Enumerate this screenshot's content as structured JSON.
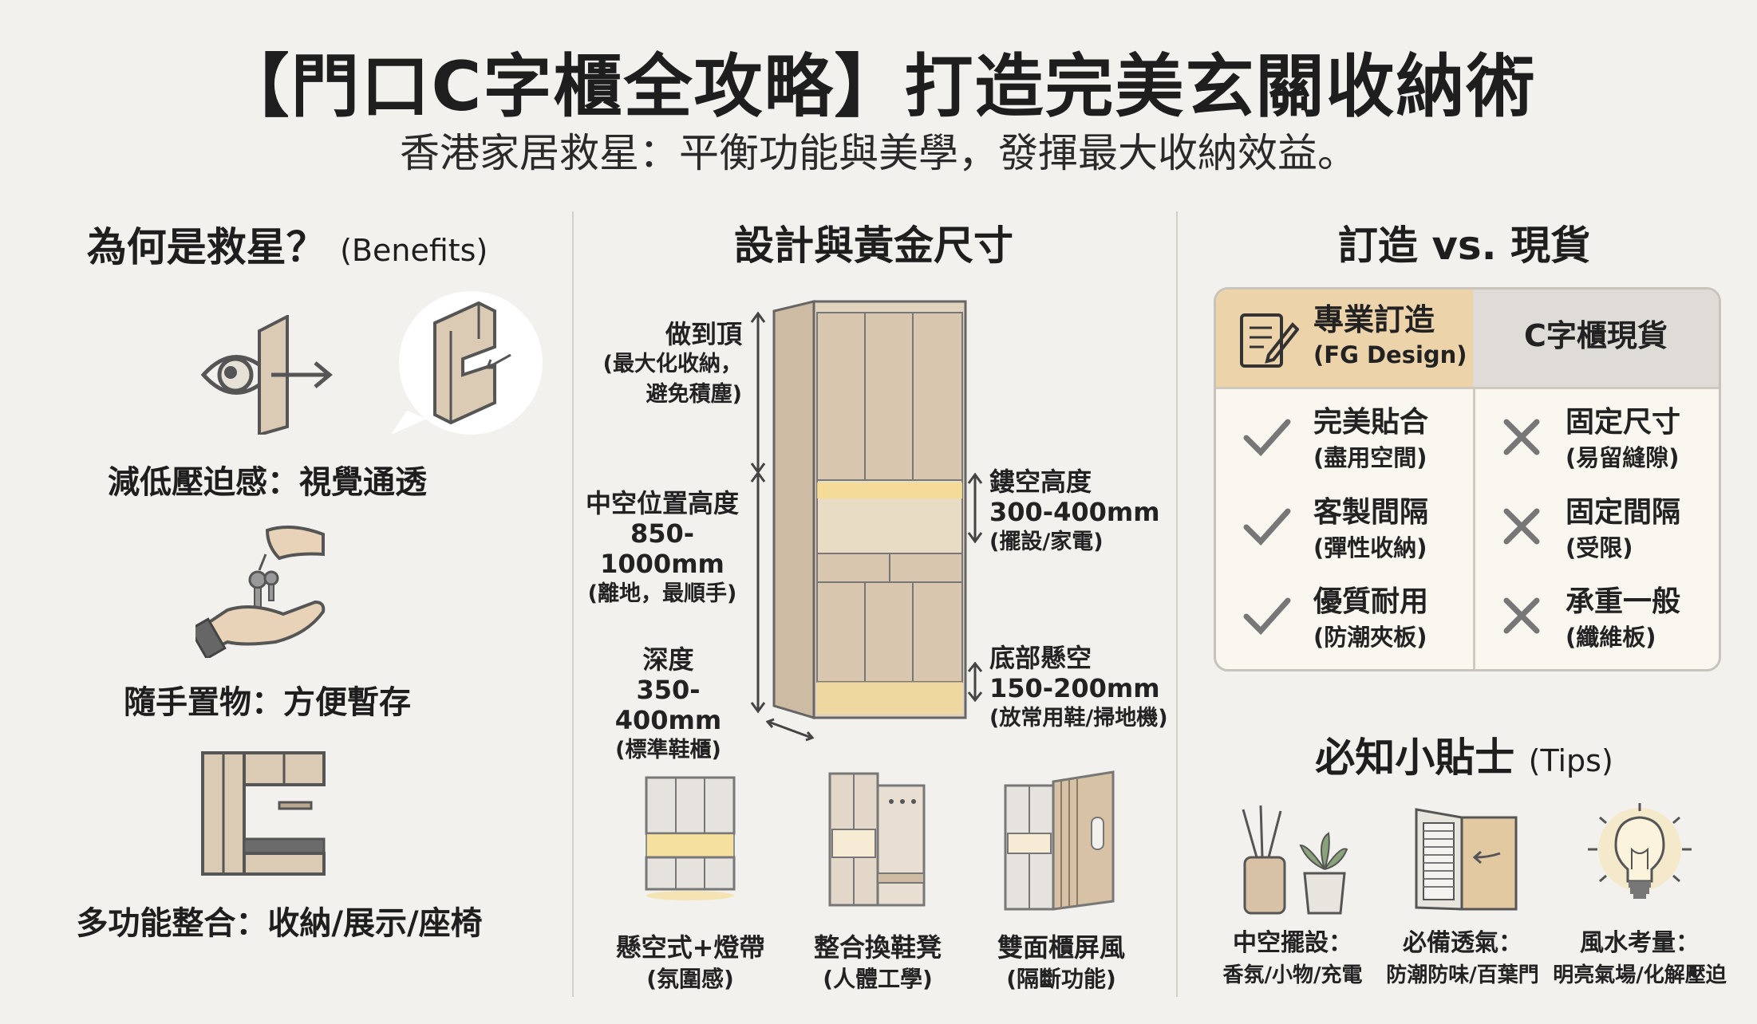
{
  "header": {
    "title": "【門口C字櫃全攻略】打造完美玄關收納術",
    "subtitle": "香港家居救星：平衡功能與美學，發揮最大收納效益。"
  },
  "benefits": {
    "title": "為何是救星？",
    "title_en": "(Benefits)",
    "items": [
      {
        "label": "減低壓迫感：視覺通透",
        "icon": "eye-see-through-icon"
      },
      {
        "label": "隨手置物：方便暫存",
        "icon": "hand-keys-icon"
      },
      {
        "label": "多功能整合：收納/展示/座椅",
        "icon": "multi-function-cabinet-icon"
      }
    ]
  },
  "design": {
    "title": "設計與黃金尺寸",
    "dims": {
      "top_label": "做到頂",
      "top_sub1": "(最大化收納，",
      "top_sub2": "避免積塵)",
      "mid_label": "中空位置高度",
      "mid_value": "850-1000mm",
      "mid_sub": "(離地，最順手)",
      "depth_label": "深度",
      "depth_value": "350-400mm",
      "depth_sub": "(標準鞋櫃)",
      "open_label": "鏤空高度",
      "open_value": "300-400mm",
      "open_sub": "(擺設/家電)",
      "bottom_label": "底部懸空",
      "bottom_value": "150-200mm",
      "bottom_sub": "(放常用鞋/掃地機)"
    },
    "styles": [
      {
        "label": "懸空式+燈帶",
        "sub": "(氛圍感)"
      },
      {
        "label": "整合換鞋凳",
        "sub": "(人體工學)"
      },
      {
        "label": "雙面櫃屏風",
        "sub": "(隔斷功能)"
      }
    ]
  },
  "compare": {
    "title": "訂造 vs. 現貨",
    "custom_title": "專業訂造",
    "custom_sub": "(FG Design)",
    "stock_title": "C字櫃現貨",
    "rows": [
      {
        "custom": "完美貼合",
        "custom_sub": "(盡用空間)",
        "stock": "固定尺寸",
        "stock_sub": "(易留縫隙)"
      },
      {
        "custom": "客製間隔",
        "custom_sub": "(彈性收納)",
        "stock": "固定間隔",
        "stock_sub": "(受限)"
      },
      {
        "custom": "優質耐用",
        "custom_sub": "(防潮夾板)",
        "stock": "承重一般",
        "stock_sub": "(纖維板)"
      }
    ]
  },
  "tips": {
    "title": "必知小貼士",
    "title_en": "(Tips)",
    "items": [
      {
        "label": "中空擺設：",
        "sub": "香氛/小物/充電"
      },
      {
        "label": "必備透氣：",
        "sub": "防潮防味/百葉門"
      },
      {
        "label": "風水考量：",
        "sub": "明亮氣場/化解壓迫"
      }
    ]
  },
  "colors": {
    "background": "#f3f1ed",
    "wood": "#dccbb4",
    "accent_header": "#ecd3aa",
    "led": "#f6dc8c"
  }
}
